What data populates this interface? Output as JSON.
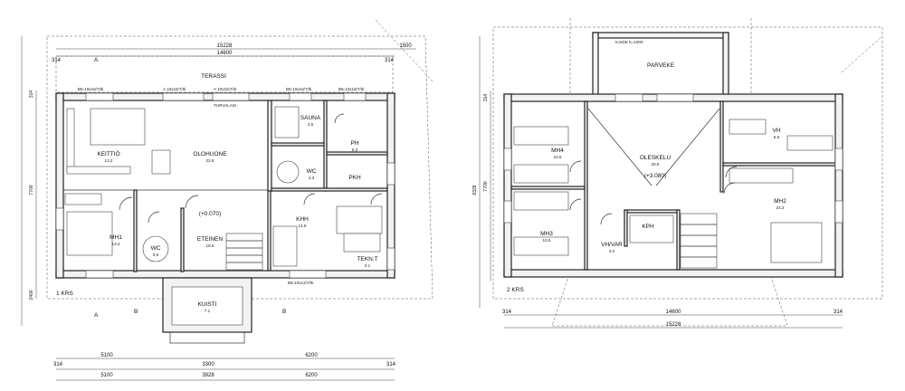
{
  "ground_floor": {
    "floor_label": "1 KRS",
    "rooms": {
      "terassi": "TERASSI",
      "keittio": "KEITTIÖ",
      "keittio_area": "13.2",
      "olohuone": "OLOHUONE",
      "olohuone_area": "22.6",
      "sauna": "SAUNA",
      "sauna_area": "4.5",
      "ph": "PH",
      "ph_area": "5.2",
      "wc": "WC",
      "wc_area": "4.3",
      "pkh": "PKH",
      "mh1": "MH1",
      "mh1_area": "13.2",
      "wc2": "WC",
      "wc2_area": "3.6",
      "eteinen": "ETEINEN",
      "eteinen_area": "18.6",
      "khh": "KHH",
      "khh_area": "14.8",
      "tekn": "TEKN.T",
      "tekn_area": "3.1",
      "kuisti": "KUISTI",
      "kuisti_area": "7.1"
    },
    "level": "(+0.070)",
    "dims": {
      "top_total": "15228",
      "top_inner": "14600",
      "top_right": "1500",
      "top_l": "314",
      "top_r": "314",
      "height_main": "7700",
      "height_low": "2400",
      "height_top": "314",
      "bottom_1": "5100",
      "bottom_2": "3300",
      "bottom_3": "6200",
      "bottom_4": "5100",
      "bottom_5": "3928",
      "bottom_6": "6200",
      "bottom_l": "314",
      "bottom_r": "314"
    },
    "windows": [
      "B5-10x16/7/Ik",
      "A 10x16/7/Ik",
      "A 10x16/7/Ik",
      "B5-10x16/7/Ik",
      "B5-10x16/7/Ik",
      "B5-10x12/7/Ik"
    ],
    "misc": {
      "turvalasi": "TURVALASI",
      "section_a": "A",
      "section_b": "B"
    }
  },
  "upper_floor": {
    "floor_label": "2 KRS",
    "rooms": {
      "parveke": "PARVEKE",
      "kaide": "KAIDE h=1000",
      "mh4": "MH4",
      "mh4_area": "10.5",
      "oleskelu": "OLESKELU",
      "oleskelu_area": "30.9",
      "vh": "VH",
      "vh_area": "5.5",
      "mh2": "MH2",
      "mh2_area": "24.2",
      "mh3": "MH3",
      "mh3_area": "10.5",
      "kph": "KPH",
      "vhvar": "VH/VAR",
      "vhvar_area": "3.0"
    },
    "level": "(+3.080)",
    "dims": {
      "height_main": "8328",
      "height_mid": "7700",
      "height_top": "314",
      "bottom_inner": "14600",
      "bottom_total": "15228",
      "bottom_l": "314",
      "bottom_r": "314"
    }
  }
}
